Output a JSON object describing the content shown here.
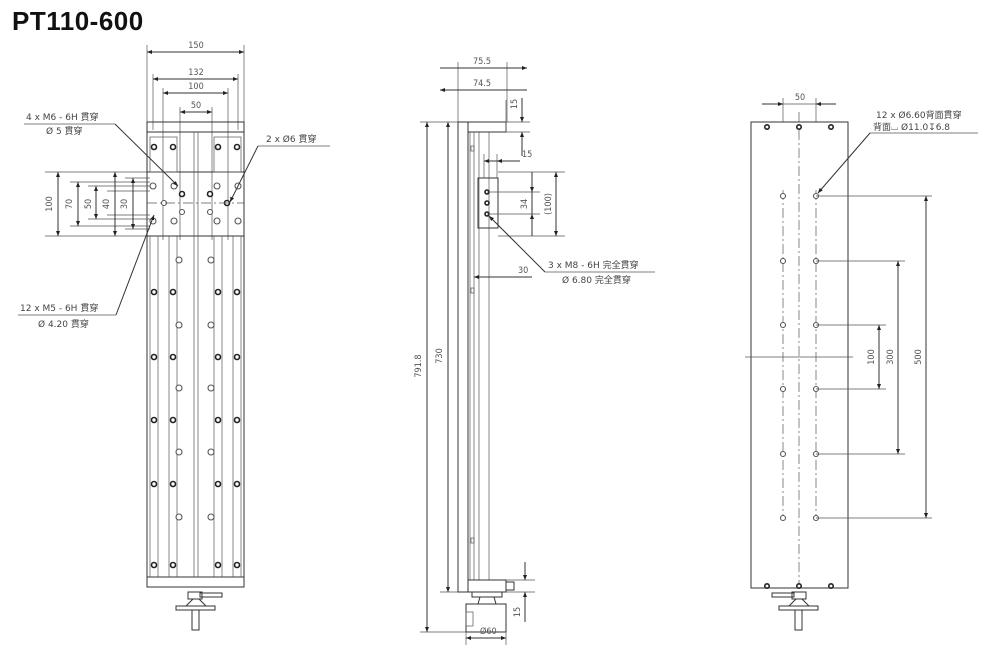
{
  "title": "PT110-600",
  "front_view": {
    "dims": {
      "w150": "150",
      "w132": "132",
      "w100": "100",
      "w50": "50",
      "h100": "100",
      "h70": "70",
      "h50": "50",
      "h40": "40",
      "h30": "30"
    },
    "notes": {
      "m6_line1": "4 x  M6 - 6H 貫穿",
      "m6_line2": "Ø 5 貫穿",
      "d6_line1": "2 x  Ø6 貫穿",
      "m5_line1": "12 x  M5 - 6H 貫穿",
      "m5_line2": "Ø 4.20 貫穿"
    }
  },
  "side_view": {
    "dims": {
      "w75_5": "75.5",
      "w74_5": "74.5",
      "h15_top": "15",
      "w15": "15",
      "h34": "34",
      "h100_ref": "(100)",
      "w30": "30",
      "h791_8": "791.8",
      "h730": "730",
      "h15_bottom": "15",
      "d60": "Ø60"
    },
    "notes": {
      "m8_line1": "3 x  M8 - 6H 完全貫穿",
      "m8_line2": "Ø 6.80 完全貫穿"
    }
  },
  "bottom_view": {
    "dims": {
      "w50": "50",
      "h100": "100",
      "h300": "300",
      "h500": "500"
    },
    "notes": {
      "cb_line1": "12 x  Ø6.60背面貫穿",
      "cb_line2": "背面⌴ Ø11.0↧6.8"
    }
  }
}
